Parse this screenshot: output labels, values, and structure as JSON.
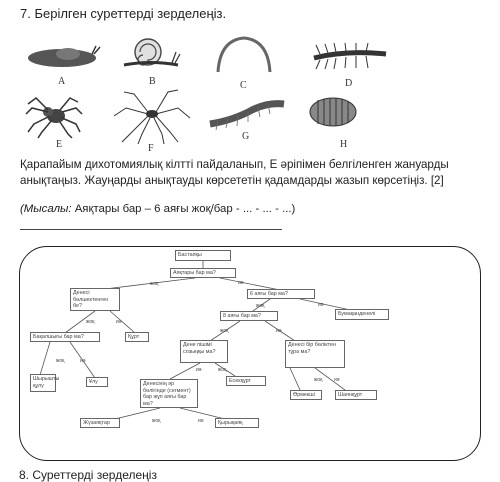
{
  "question": {
    "title": "7. Берілген суреттерді зерделеңіз.",
    "animal_letters": [
      "A",
      "B",
      "C",
      "D",
      "E",
      "F",
      "G",
      "H"
    ],
    "instruction": "Қарапайым дихотомиялық кілтті пайдаланып, Е әріпімен белгіленген жануарды анықтаңыз. Жауңарды  анықтауды көрсететін қадамдарды жазып көрсетіңіз. [2]",
    "example_lead": "(Мысалы:",
    "example_text": " Аяқтары бар – 6 аяғы  жоқ/бар -    ...    -     ...    -   ...)"
  },
  "key": {
    "nodes": {
      "start": "Бастапқы",
      "legs": "Аяқтары бар ма?",
      "six_legs": "6 аяғы бар ма?",
      "body_segmented": "Денесі бөлшектенген бе?",
      "eight_legs": "8 аяғы бар ма?",
      "bumblebee": "Бумақанденелі",
      "shell": "Бақалшығы бар ма?",
      "worm": "Құрт",
      "body_long": "Дене пішімі созыңқы ма?",
      "body_divided": "Денесі бір бөліктен тұра ма?",
      "snail": "Шырышты құлу",
      "slug": "Ұлу",
      "segment_legs": "Денесінің әр бөлігінде (сегмент) бар жұп аяғы бар ма?",
      "woodlouse": "Есекқұрт",
      "harvestman": "Өрмекші",
      "tick": "Шаянқұрт",
      "centipede": "Жүзаяқтар",
      "millipede": "Қырықаяқ"
    },
    "edges": {
      "no": "жоқ",
      "yes": "иә"
    }
  },
  "next_question": "8. Суреттерді зерделеңіз"
}
